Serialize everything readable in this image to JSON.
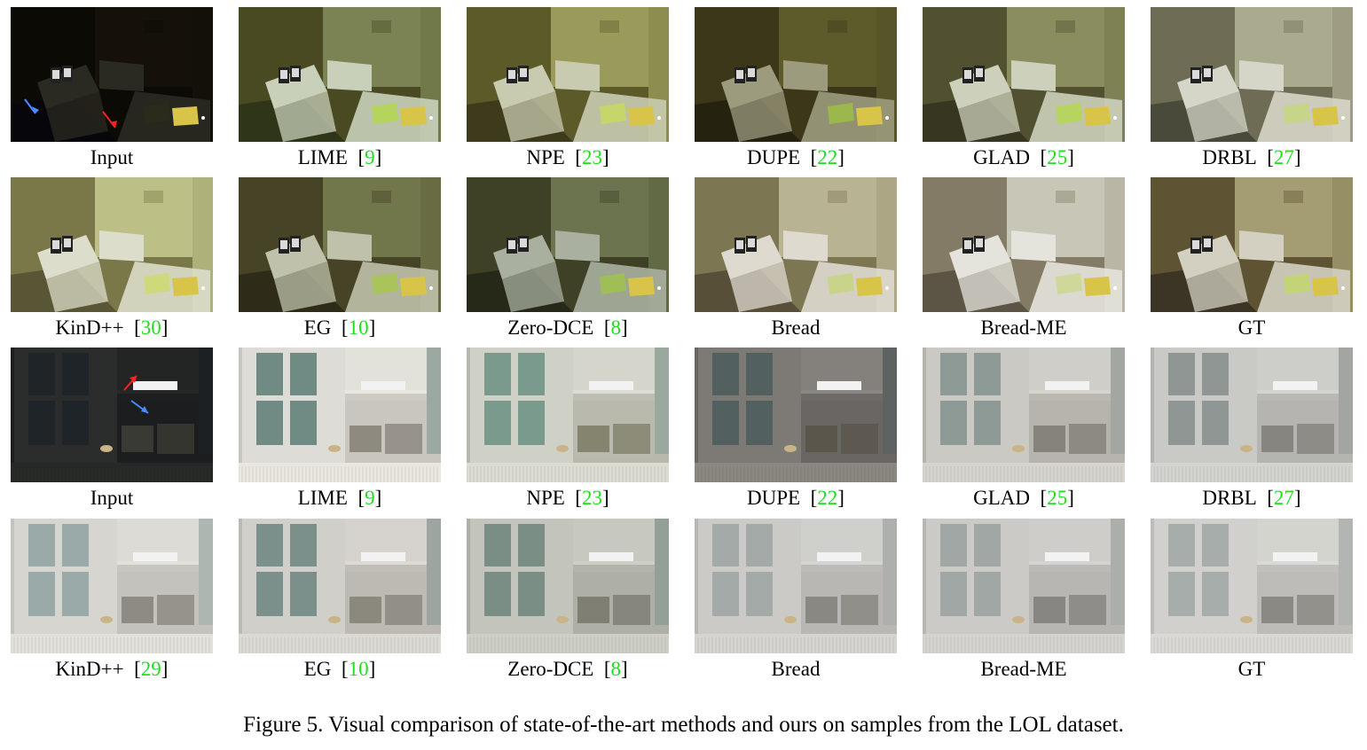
{
  "figure": {
    "caption": "Figure 5. Visual comparison of state-of-the-art methods and ours on samples from the LOL dataset."
  },
  "rows": [
    {
      "scene": "office",
      "cells": [
        {
          "label": "Input",
          "ref": "",
          "tone": "dark",
          "arrows": true
        },
        {
          "label": "LIME",
          "ref": "9",
          "tone": "lime"
        },
        {
          "label": "NPE",
          "ref": "23",
          "tone": "npe"
        },
        {
          "label": "DUPE",
          "ref": "22",
          "tone": "dupe"
        },
        {
          "label": "GLAD",
          "ref": "25",
          "tone": "glad"
        },
        {
          "label": "DRBL",
          "ref": "27",
          "tone": "drbl"
        }
      ]
    },
    {
      "scene": "office",
      "cells": [
        {
          "label": "KinD++",
          "ref": "30",
          "tone": "kind"
        },
        {
          "label": "EG",
          "ref": "10",
          "tone": "eg"
        },
        {
          "label": "Zero-DCE",
          "ref": "8",
          "tone": "zero"
        },
        {
          "label": "Bread",
          "ref": "",
          "tone": "bread"
        },
        {
          "label": "Bread-ME",
          "ref": "",
          "tone": "breadme"
        },
        {
          "label": "GT",
          "ref": "",
          "tone": "gt"
        }
      ]
    },
    {
      "scene": "cabinet",
      "cells": [
        {
          "label": "Input",
          "ref": "",
          "tone": "dark",
          "arrows": true
        },
        {
          "label": "LIME",
          "ref": "9",
          "tone": "lime"
        },
        {
          "label": "NPE",
          "ref": "23",
          "tone": "npe"
        },
        {
          "label": "DUPE",
          "ref": "22",
          "tone": "dupe"
        },
        {
          "label": "GLAD",
          "ref": "25",
          "tone": "glad"
        },
        {
          "label": "DRBL",
          "ref": "27",
          "tone": "drbl"
        }
      ]
    },
    {
      "scene": "cabinet",
      "cells": [
        {
          "label": "KinD++",
          "ref": "29",
          "tone": "kind"
        },
        {
          "label": "EG",
          "ref": "10",
          "tone": "eg"
        },
        {
          "label": "Zero-DCE",
          "ref": "8",
          "tone": "zero"
        },
        {
          "label": "Bread",
          "ref": "",
          "tone": "bread"
        },
        {
          "label": "Bread-ME",
          "ref": "",
          "tone": "breadme"
        },
        {
          "label": "GT",
          "ref": "",
          "tone": "gt"
        }
      ]
    }
  ],
  "tones": {
    "dark": {
      "bg": "#0c0a04",
      "wall": "#15110a",
      "panel": "#2b2a22",
      "accent": "#2a2b1a",
      "floor": "#07060a"
    },
    "lime": {
      "bg": "#4a4a22",
      "wall": "#7b8354",
      "panel": "#c9d0ba",
      "accent": "#b5d45e",
      "floor": "#2f3519"
    },
    "npe": {
      "bg": "#5d5a2a",
      "wall": "#9a9a5a",
      "panel": "#c9cbb0",
      "accent": "#c7d66a",
      "floor": "#3d3b1c"
    },
    "dupe": {
      "bg": "#3c3719",
      "wall": "#5e5b2a",
      "panel": "#9c9b7d",
      "accent": "#9ab84c",
      "floor": "#262210"
    },
    "glad": {
      "bg": "#515030",
      "wall": "#8a8d5e",
      "panel": "#cdd0bb",
      "accent": "#b8d460",
      "floor": "#373620"
    },
    "drbl": {
      "bg": "#6e6c55",
      "wall": "#aaaa8e",
      "panel": "#d6d6c8",
      "accent": "#c7d58a",
      "floor": "#4a4a3a"
    },
    "kind": {
      "bg": "#7a7748",
      "wall": "#bcbf86",
      "panel": "#dcddca",
      "accent": "#cdd97a",
      "floor": "#585634"
    },
    "eg": {
      "bg": "#464326",
      "wall": "#72764b",
      "panel": "#bfc1aa",
      "accent": "#a8c45a",
      "floor": "#2e2c18"
    },
    "zero": {
      "bg": "#3f4127",
      "wall": "#6b744e",
      "panel": "#aab0a0",
      "accent": "#a0be58",
      "floor": "#262918"
    },
    "bread": {
      "bg": "#7c7652",
      "wall": "#b8b392",
      "panel": "#dedad0",
      "accent": "#c9d48a",
      "floor": "#574f38"
    },
    "breadme": {
      "bg": "#837b66",
      "wall": "#c8c6b6",
      "panel": "#e4e3dc",
      "accent": "#cfd89a",
      "floor": "#5c5444"
    },
    "gt": {
      "bg": "#5e5434",
      "wall": "#a49c72",
      "panel": "#d3d0c2",
      "accent": "#c3d378",
      "floor": "#3c3424"
    }
  },
  "cabinet_tones": {
    "dark": {
      "bg": "#1b1d1e",
      "door": "#2b2d2d",
      "glass": "#1e2427",
      "shelf": "#262827",
      "metal": "#3a3a34"
    },
    "lime": {
      "bg": "#c9c6c0",
      "door": "#dedcd6",
      "glass": "#6f8b84",
      "shelf": "#e9e7e0",
      "metal": "#8e8a80"
    },
    "npe": {
      "bg": "#b8b8ad",
      "door": "#cfd0c6",
      "glass": "#7a9a8e",
      "shelf": "#dcdcd2",
      "metal": "#85846f"
    },
    "dupe": {
      "bg": "#6a6663",
      "door": "#7d7a76",
      "glass": "#52605f",
      "shelf": "#8b8883",
      "metal": "#5a564c"
    },
    "glad": {
      "bg": "#b7b4ae",
      "door": "#cbc9c3",
      "glass": "#8d9a95",
      "shelf": "#d6d4cf",
      "metal": "#86837a"
    },
    "drbl": {
      "bg": "#b5b4b1",
      "door": "#c9c9c6",
      "glass": "#8f9693",
      "shelf": "#d3d3d0",
      "metal": "#868580"
    },
    "kind": {
      "bg": "#c3c2bc",
      "door": "#d6d5d0",
      "glass": "#9aaaa8",
      "shelf": "#e2e1dc",
      "metal": "#8d8b83"
    },
    "eg": {
      "bg": "#bdbab4",
      "door": "#d1cfca",
      "glass": "#7b8f8b",
      "shelf": "#dcdad5",
      "metal": "#8b887e"
    },
    "zero": {
      "bg": "#aeb0a8",
      "door": "#c3c5bd",
      "glass": "#7a8e86",
      "shelf": "#cdcfc7",
      "metal": "#7f7f74"
    },
    "bread": {
      "bg": "#b9b7b4",
      "door": "#cccac7",
      "glass": "#a3aaa8",
      "shelf": "#d5d4d1",
      "metal": "#8a8883"
    },
    "breadme": {
      "bg": "#b7b6b3",
      "door": "#cbcac7",
      "glass": "#a0a7a5",
      "shelf": "#d4d3d0",
      "metal": "#878682"
    },
    "gt": {
      "bg": "#bdbcb8",
      "door": "#d1d0cc",
      "glass": "#a7adaa",
      "shelf": "#dad9d5",
      "metal": "#8b8984"
    }
  }
}
